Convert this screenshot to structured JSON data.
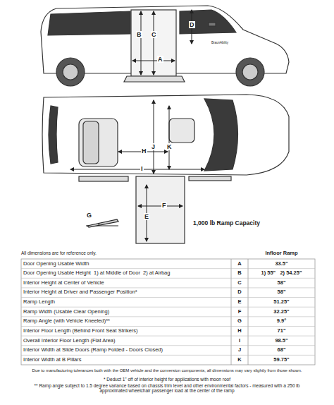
{
  "diagram": {
    "labels": [
      "BraunAbility",
      "B",
      "C",
      "D",
      "A",
      "H",
      "J",
      "K",
      "I",
      "F",
      "G",
      "E",
      "1,000 lb Ramp Capacity",
      "All dimensions are for reference only.",
      "Infloor Ramp",
      "Door Opening Usable Width",
      "A",
      "33.5\"",
      "Door Opening Usable Height  1) at Middle of Door  2) at Airbag",
      "B",
      "1) 55\"   2) 54.25\"",
      "Interior Height at Center of Vehicle",
      "C",
      "58\"",
      "Interior Height at Driver and Passenger Position*",
      "D",
      "58\"",
      "Ramp Length",
      "E",
      "51.25\"",
      "Ramp Width (Usable Clear Opening)",
      "F",
      "32.25\"",
      "Ramp Angle (with Vehicle Kneeled)**",
      "G",
      "9.9°",
      "Interior Floor Length (Behind Front Seat Strikers)",
      "H",
      "71\"",
      "Overall Interior Floor Length (Flat Area)",
      "I",
      "98.5\"",
      "Interior Width at Slide Doors (Ramp Folded - Doors Closed)",
      "J",
      "68\"",
      "Interior Width at B Pillars",
      "K",
      "59.75\"",
      "Due to manufacturing tolerances both with the OEM vehicle and the conversion components, all dimensions may vary slightly from those shown.",
      "* Deduct 1\" off of interior height for applications with moon roof",
      "** Ramp angle subject to 1.5 degree variance based on chassis trim level and other environmental factors - measured with a 250 lb approximated wheelchair passenger load at the center of the ramp"
    ]
  }
}
